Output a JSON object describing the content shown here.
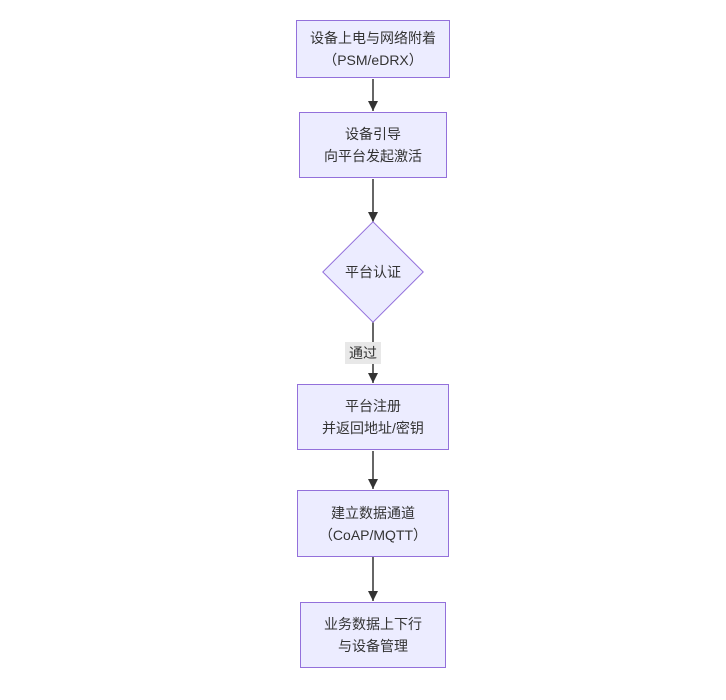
{
  "colors": {
    "background": "#ffffff",
    "node_fill": "#ececff",
    "node_border": "#9370db",
    "node_text": "#333333",
    "arrow": "#333333",
    "edge_label_bg": "#e8e8e8"
  },
  "nodes": [
    {
      "id": "power-attach",
      "shape": "rect",
      "lines": [
        "设备上电与网络附着",
        "（PSM/eDRX）"
      ]
    },
    {
      "id": "bootstrap",
      "shape": "rect",
      "lines": [
        "设备引导",
        "向平台发起激活"
      ]
    },
    {
      "id": "platform-auth",
      "shape": "diamond",
      "lines": [
        "平台认证"
      ]
    },
    {
      "id": "register",
      "shape": "rect",
      "lines": [
        "平台注册",
        "并返回地址/密钥"
      ]
    },
    {
      "id": "data-channel",
      "shape": "rect",
      "lines": [
        "建立数据通道",
        "（CoAP/MQTT）"
      ]
    },
    {
      "id": "business-data",
      "shape": "rect",
      "lines": [
        "业务数据上下行",
        "与设备管理"
      ]
    }
  ],
  "edges": [
    {
      "from": "power-attach",
      "to": "bootstrap",
      "label": ""
    },
    {
      "from": "bootstrap",
      "to": "platform-auth",
      "label": ""
    },
    {
      "from": "platform-auth",
      "to": "register",
      "label": "通过"
    },
    {
      "from": "register",
      "to": "data-channel",
      "label": ""
    },
    {
      "from": "data-channel",
      "to": "business-data",
      "label": ""
    }
  ]
}
